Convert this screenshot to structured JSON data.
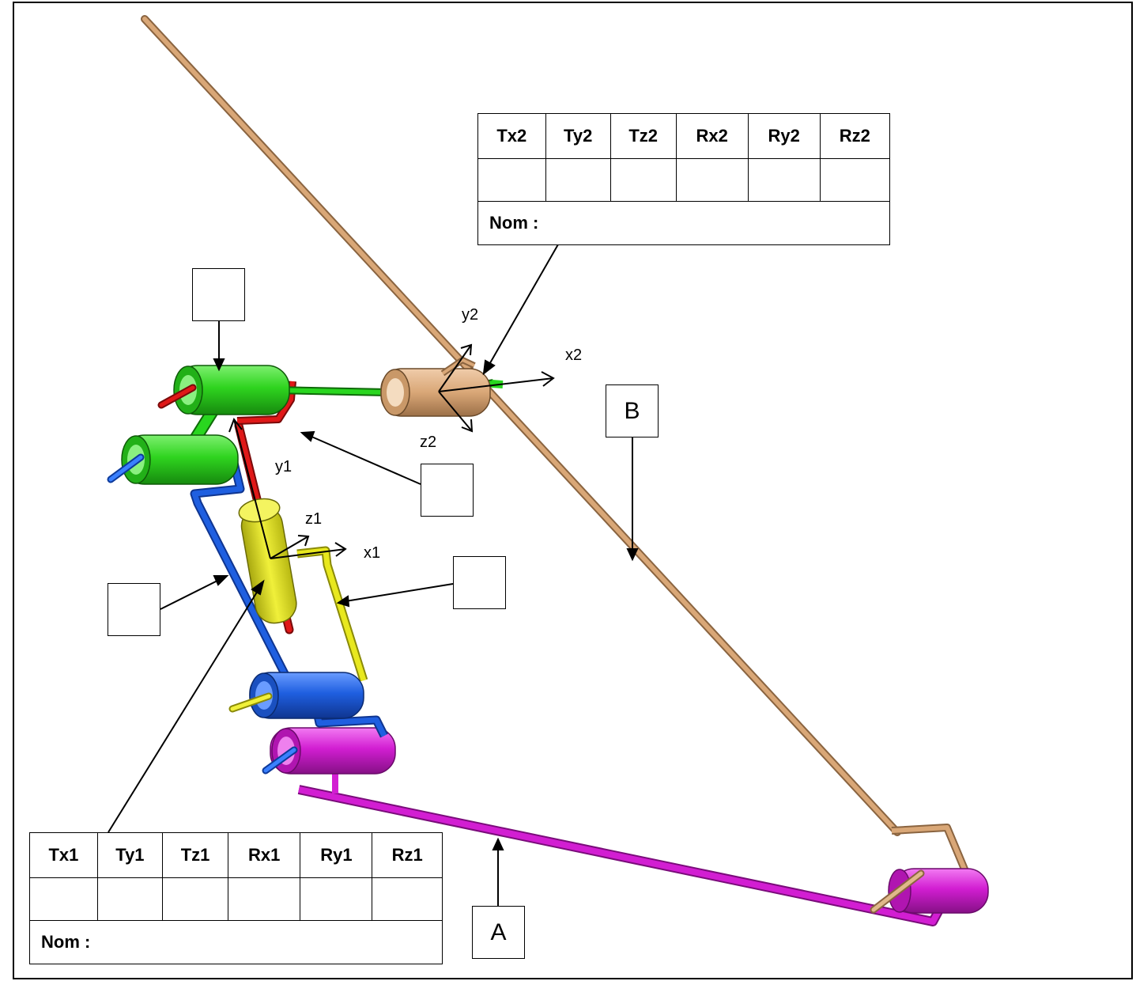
{
  "table_top": {
    "headers": [
      "Tx2",
      "Ty2",
      "Tz2",
      "Rx2",
      "Ry2",
      "Rz2"
    ],
    "name_label": "Nom :"
  },
  "table_bottom": {
    "headers": [
      "Tx1",
      "Ty1",
      "Tz1",
      "Rx1",
      "Ry1",
      "Rz1"
    ],
    "name_label": "Nom :"
  },
  "part_labels": {
    "a": "A",
    "b": "B"
  },
  "axes": {
    "frame1": {
      "x": "x1",
      "y": "y1",
      "z": "z1"
    },
    "frame2": {
      "x": "x2",
      "y": "y2",
      "z": "z2"
    }
  },
  "colors": {
    "tan": "#d9a777",
    "green": "#29d61f",
    "red": "#e01818",
    "blue": "#1f5fe0",
    "yellow": "#e8e81e",
    "magenta": "#d21ed2"
  }
}
